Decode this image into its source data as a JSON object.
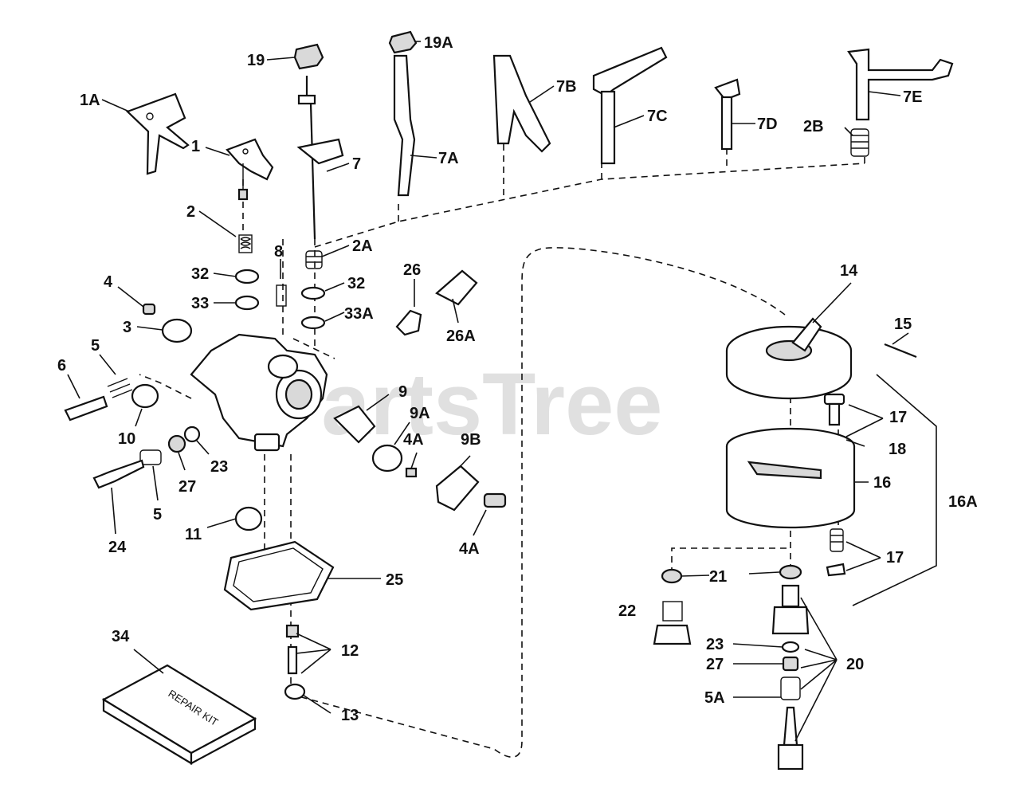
{
  "watermark": "PartsTree",
  "labels": {
    "p1A": "1A",
    "p1": "1",
    "p2": "2",
    "p19": "19",
    "p19A": "19A",
    "p7": "7",
    "p7A": "7A",
    "p7B": "7B",
    "p7C": "7C",
    "p7D": "7D",
    "p7E": "7E",
    "p2B": "2B",
    "p2A": "2A",
    "p8": "8",
    "p32a": "32",
    "p32b": "32",
    "p33": "33",
    "p33A": "33A",
    "p4": "4",
    "p3": "3",
    "p26": "26",
    "p26A": "26A",
    "p5a": "5",
    "p6": "6",
    "p10": "10",
    "p9": "9",
    "p9A": "9A",
    "p4Aa": "4A",
    "p9B": "9B",
    "p23a": "23",
    "p27a": "27",
    "p5b": "5",
    "p24": "24",
    "p11": "11",
    "p4Ab": "4A",
    "p25": "25",
    "p12": "12",
    "p13": "13",
    "p34": "34",
    "kit": "REPAIR KIT",
    "p14": "14",
    "p15": "15",
    "p17a": "17",
    "p18": "18",
    "p16": "16",
    "p16A": "16A",
    "p17b": "17",
    "p21": "21",
    "p22": "22",
    "p23b": "23",
    "p27b": "27",
    "p5A": "5A",
    "p20": "20"
  }
}
